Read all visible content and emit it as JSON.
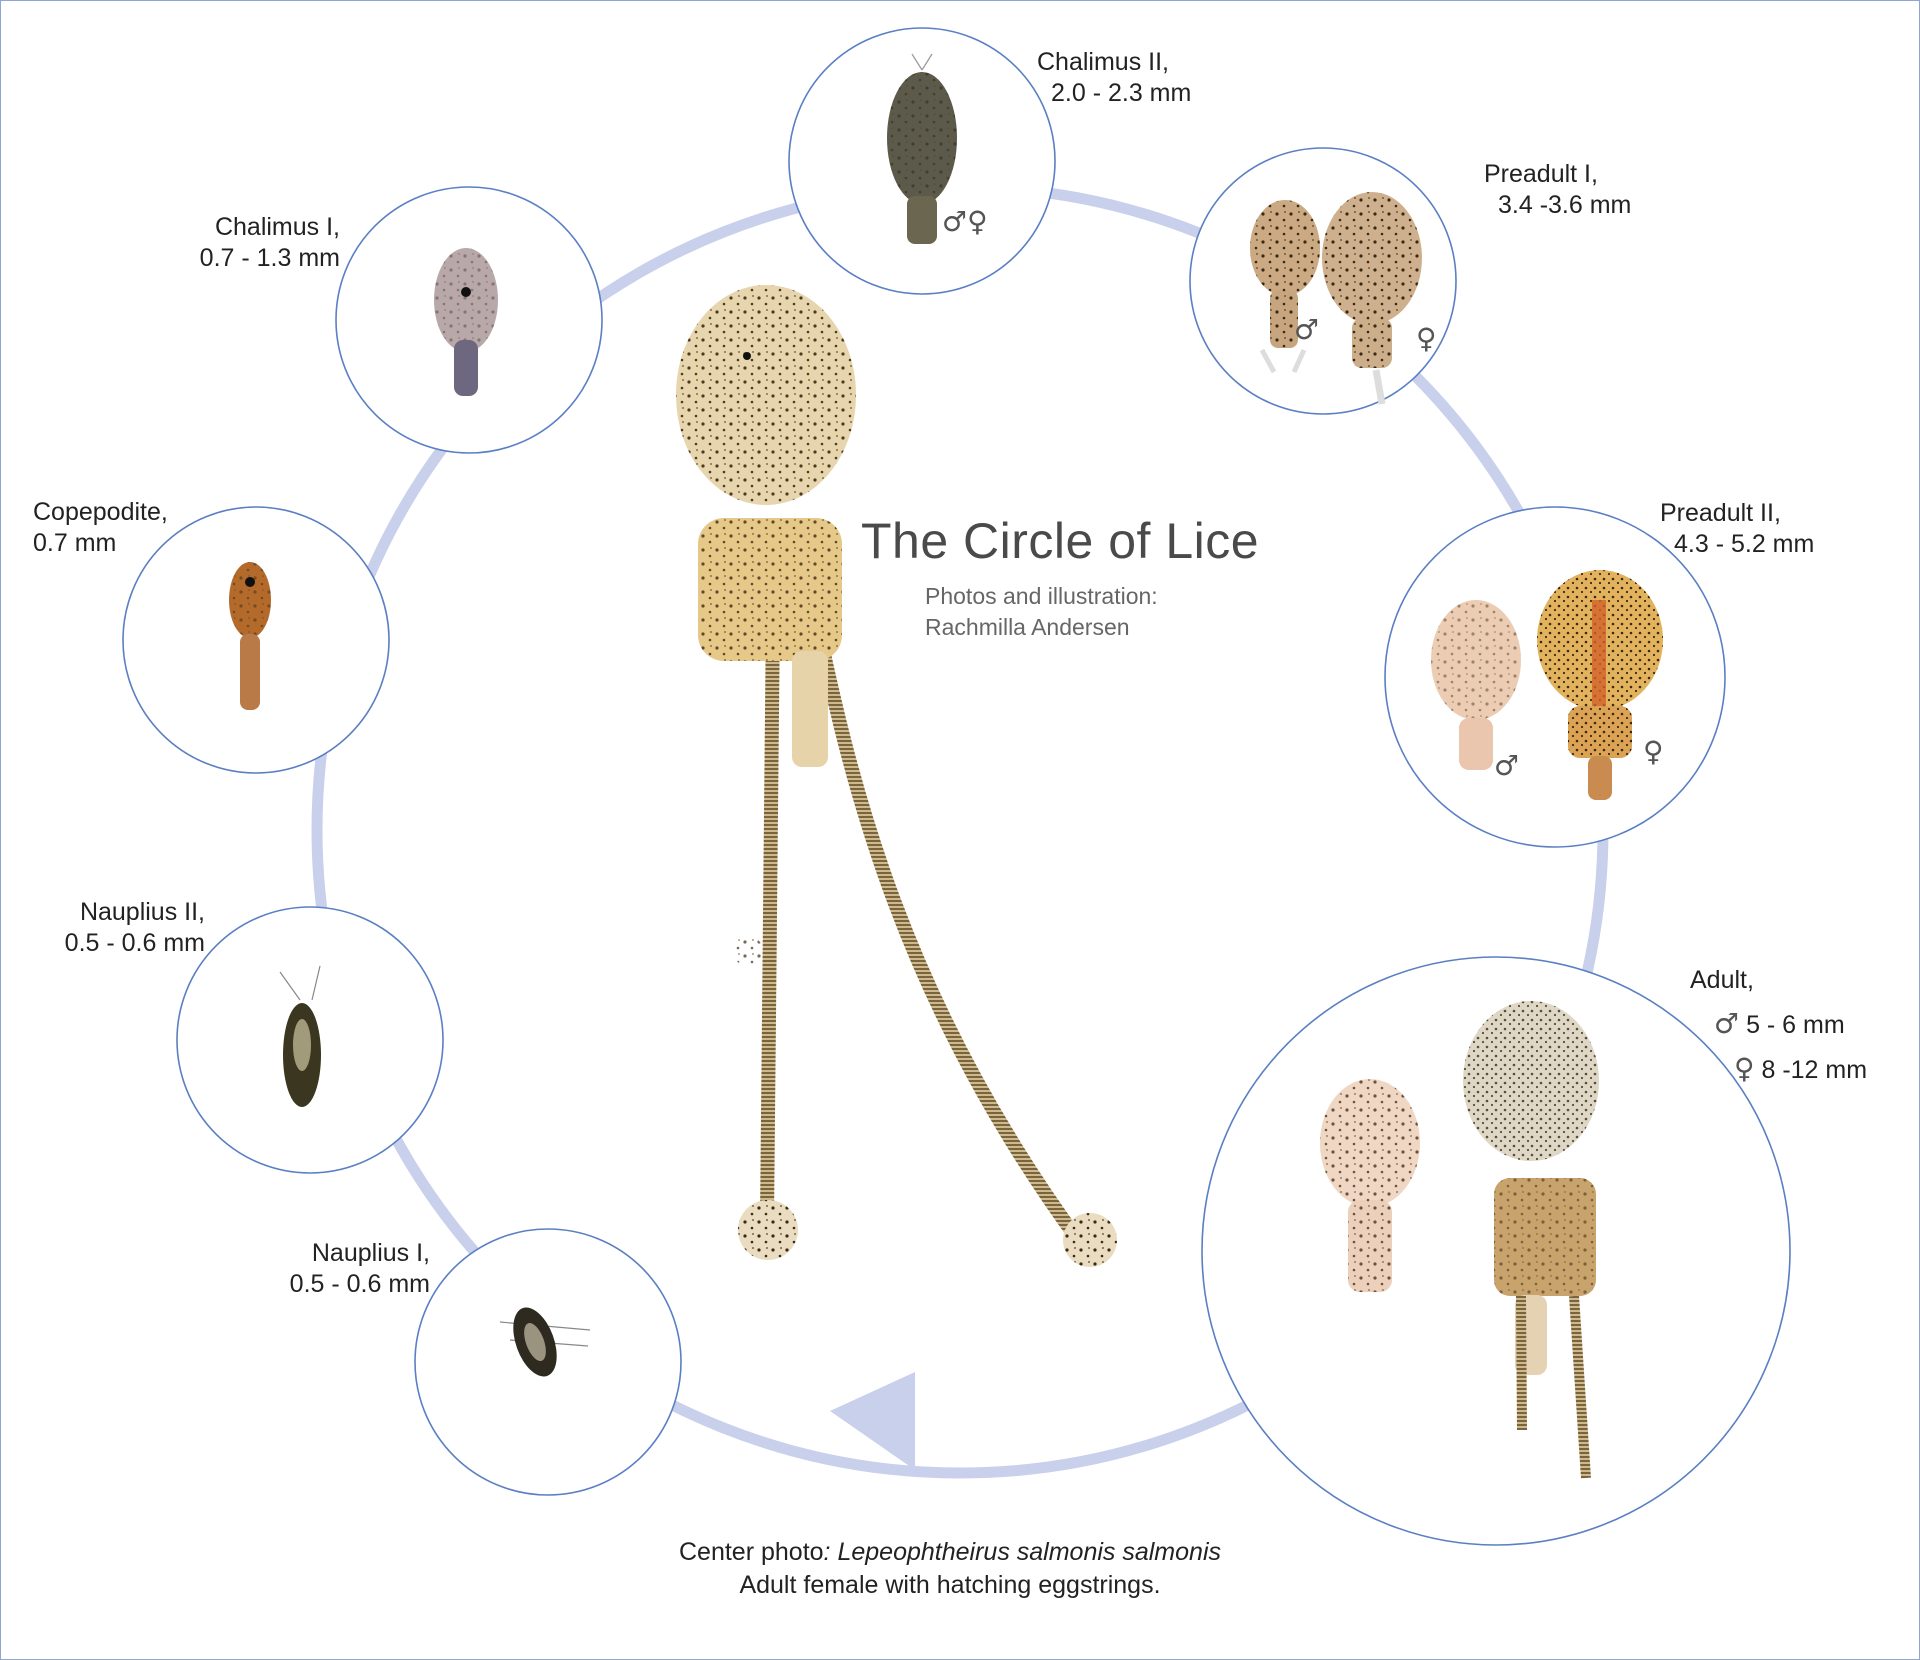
{
  "title": "The Circle of Lice",
  "credit": {
    "line1": "Photos and illustration:",
    "line2": "Rachmilla Andersen"
  },
  "caption": {
    "prefix": "Center photo",
    "colon": ": ",
    "species": "Lepeophtheirus salmonis salmonis",
    "line2": "Adult female with hatching eggstrings."
  },
  "colors": {
    "ring": "#c8d0ec",
    "circle_stroke": "#5a7fc4",
    "frame": "#8fa6cf",
    "body_tan": "#e4cf9c",
    "speckle": "#3a2a14"
  },
  "stages": {
    "chalimus2": {
      "name": "Chalimus II,",
      "size": "2.0 - 2.3 mm",
      "symbols": "♂♀"
    },
    "preadult1": {
      "name": "Preadult I,",
      "size": "3.4 -3.6 mm",
      "male": "♂",
      "female": "♀"
    },
    "preadult2": {
      "name": "Preadult II,",
      "size": "4.3 - 5.2 mm",
      "male": "♂",
      "female": "♀"
    },
    "adult": {
      "name": "Adult,",
      "male_symbol": "♂",
      "male_size": "5 - 6 mm",
      "female_symbol": "♀",
      "female_size": "8 -12 mm"
    },
    "nauplius1": {
      "name": "Nauplius I,",
      "size": "0.5 - 0.6 mm"
    },
    "nauplius2": {
      "name": "Nauplius II,",
      "size": "0.5 - 0.6 mm"
    },
    "copepodite": {
      "name": "Copepodite,",
      "size": "0.7 mm"
    },
    "chalimus1": {
      "name": "Chalimus I,",
      "size": "0.7 - 1.3 mm"
    }
  }
}
